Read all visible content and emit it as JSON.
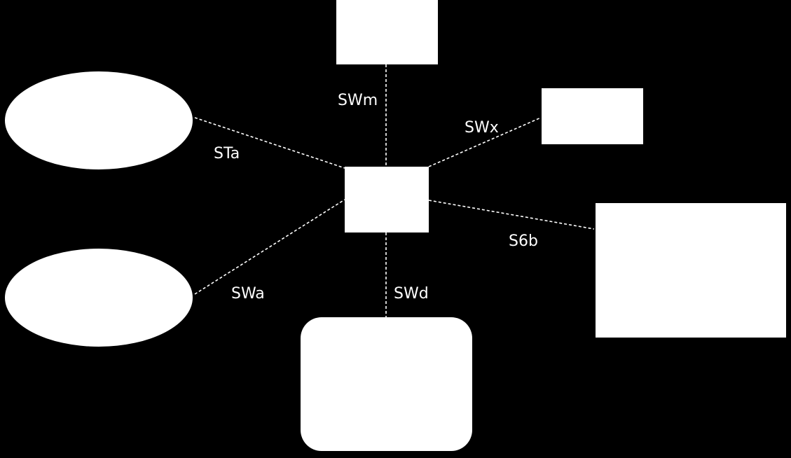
{
  "diagram": {
    "background_color": "#000000",
    "node_color": "#ffffff",
    "line_color": "#ffffff",
    "label_color": "#ffffff",
    "links": [
      {
        "id": "swm",
        "label": "SWm"
      },
      {
        "id": "swx",
        "label": "SWx"
      },
      {
        "id": "sta",
        "label": "STa"
      },
      {
        "id": "s6b",
        "label": "S6b"
      },
      {
        "id": "swa",
        "label": "SWa"
      },
      {
        "id": "swd",
        "label": "SWd"
      }
    ]
  }
}
